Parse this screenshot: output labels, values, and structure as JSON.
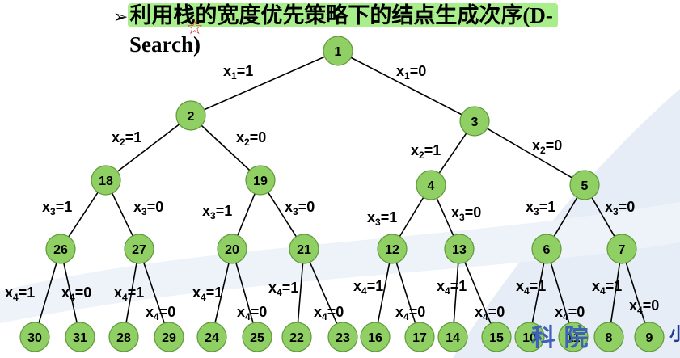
{
  "title": {
    "bullet": "➢",
    "line1": "利用栈的宽度优先策略下的结点生成次序(D-",
    "line2": "Search)"
  },
  "watermark": {
    "glyphs": "科 院",
    "trailing": "小"
  },
  "colors": {
    "node_fill": "#8fcf63",
    "node_stroke": "#5f9a3a",
    "edge": "#000000",
    "highlight": "#a8ee8a",
    "background_swoosh": "#dde7f3",
    "watermark": "#3f62b8"
  },
  "nodes": [
    {
      "id": "1"
    },
    {
      "id": "2"
    },
    {
      "id": "3"
    },
    {
      "id": "18"
    },
    {
      "id": "19"
    },
    {
      "id": "4"
    },
    {
      "id": "5"
    },
    {
      "id": "26"
    },
    {
      "id": "27"
    },
    {
      "id": "20"
    },
    {
      "id": "21"
    },
    {
      "id": "12"
    },
    {
      "id": "13"
    },
    {
      "id": "6"
    },
    {
      "id": "7"
    },
    {
      "id": "30"
    },
    {
      "id": "31"
    },
    {
      "id": "28"
    },
    {
      "id": "29"
    },
    {
      "id": "24"
    },
    {
      "id": "25"
    },
    {
      "id": "22"
    },
    {
      "id": "23"
    },
    {
      "id": "16"
    },
    {
      "id": "17"
    },
    {
      "id": "14"
    },
    {
      "id": "15"
    },
    {
      "id": "10"
    },
    {
      "id": "11"
    },
    {
      "id": "8"
    },
    {
      "id": "9"
    }
  ],
  "edges": [
    {
      "from": "1",
      "to": "2",
      "var": "x",
      "sub": "1",
      "val": "=1"
    },
    {
      "from": "1",
      "to": "3",
      "var": "x",
      "sub": "1",
      "val": "=0"
    },
    {
      "from": "2",
      "to": "18",
      "var": "x",
      "sub": "2",
      "val": "=1"
    },
    {
      "from": "2",
      "to": "19",
      "var": "x",
      "sub": "2",
      "val": "=0"
    },
    {
      "from": "3",
      "to": "4",
      "var": "x",
      "sub": "2",
      "val": "=1"
    },
    {
      "from": "3",
      "to": "5",
      "var": "x",
      "sub": "2",
      "val": "=0"
    },
    {
      "from": "18",
      "to": "26",
      "var": "x",
      "sub": "3",
      "val": "=1"
    },
    {
      "from": "18",
      "to": "27",
      "var": "x",
      "sub": "3",
      "val": "=0"
    },
    {
      "from": "19",
      "to": "20",
      "var": "x",
      "sub": "3",
      "val": "=1"
    },
    {
      "from": "19",
      "to": "21",
      "var": "x",
      "sub": "3",
      "val": "=0"
    },
    {
      "from": "4",
      "to": "12",
      "var": "x",
      "sub": "3",
      "val": "=1"
    },
    {
      "from": "4",
      "to": "13",
      "var": "x",
      "sub": "3",
      "val": "=0"
    },
    {
      "from": "5",
      "to": "6",
      "var": "x",
      "sub": "3",
      "val": "=1"
    },
    {
      "from": "5",
      "to": "7",
      "var": "x",
      "sub": "3",
      "val": "=0"
    },
    {
      "from": "26",
      "to": "30",
      "var": "x",
      "sub": "4",
      "val": "=1"
    },
    {
      "from": "26",
      "to": "31",
      "var": "x",
      "sub": "4",
      "val": "=0"
    },
    {
      "from": "27",
      "to": "28",
      "var": "x",
      "sub": "4",
      "val": "=1"
    },
    {
      "from": "27",
      "to": "29",
      "var": "x",
      "sub": "4",
      "val": "=0"
    },
    {
      "from": "20",
      "to": "24",
      "var": "x",
      "sub": "4",
      "val": "=1"
    },
    {
      "from": "20",
      "to": "25",
      "var": "x",
      "sub": "4",
      "val": "=0"
    },
    {
      "from": "21",
      "to": "22",
      "var": "x",
      "sub": "4",
      "val": "=1"
    },
    {
      "from": "21",
      "to": "23",
      "var": "x",
      "sub": "4",
      "val": "=0"
    },
    {
      "from": "12",
      "to": "16",
      "var": "x",
      "sub": "4",
      "val": "=1"
    },
    {
      "from": "12",
      "to": "17",
      "var": "x",
      "sub": "4",
      "val": "=0"
    },
    {
      "from": "13",
      "to": "14",
      "var": "x",
      "sub": "4",
      "val": "=1"
    },
    {
      "from": "13",
      "to": "15",
      "var": "x",
      "sub": "4",
      "val": "=0"
    },
    {
      "from": "6",
      "to": "10",
      "var": "x",
      "sub": "4",
      "val": "=1"
    },
    {
      "from": "6",
      "to": "11",
      "var": "x",
      "sub": "4",
      "val": "=0"
    },
    {
      "from": "7",
      "to": "8",
      "var": "x",
      "sub": "4",
      "val": "=1"
    },
    {
      "from": "7",
      "to": "9",
      "var": "x",
      "sub": "4",
      "val": "=0"
    }
  ]
}
